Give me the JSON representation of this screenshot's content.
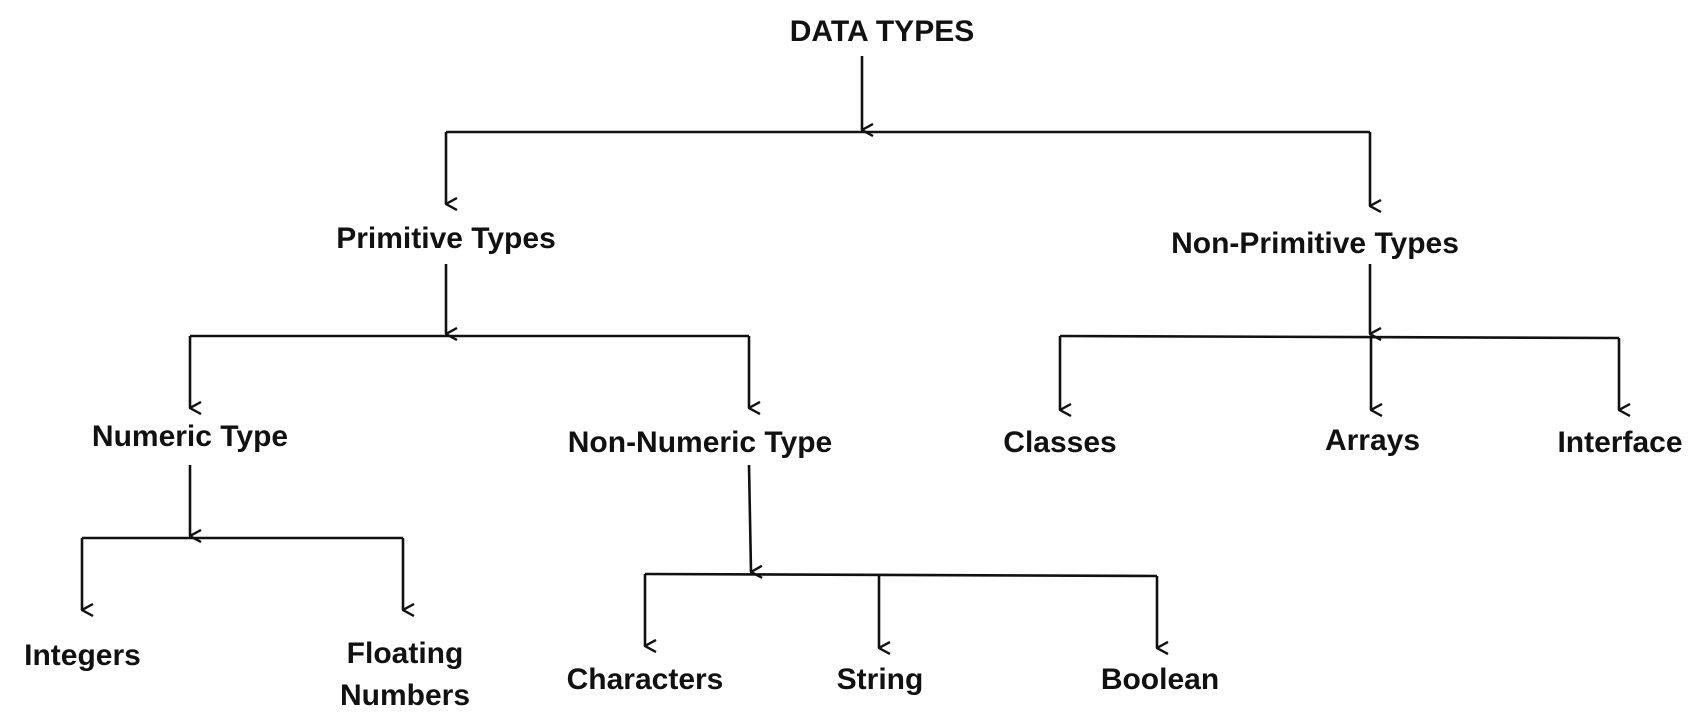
{
  "root": {
    "label": "DATA TYPES"
  },
  "primitive": {
    "label": "Primitive Types",
    "numeric": {
      "label": "Numeric Type",
      "children": [
        "Integers",
        "Floating\nNumbers"
      ]
    },
    "non_numeric": {
      "label": "Non-Numeric Type",
      "children": [
        "Characters",
        "String",
        "Boolean"
      ]
    }
  },
  "non_primitive": {
    "label": "Non-Primitive Types",
    "children": [
      "Classes",
      "Arrays",
      "Interface"
    ]
  },
  "colors": {
    "line": "#111111",
    "text": "#111111",
    "background": "#ffffff"
  }
}
